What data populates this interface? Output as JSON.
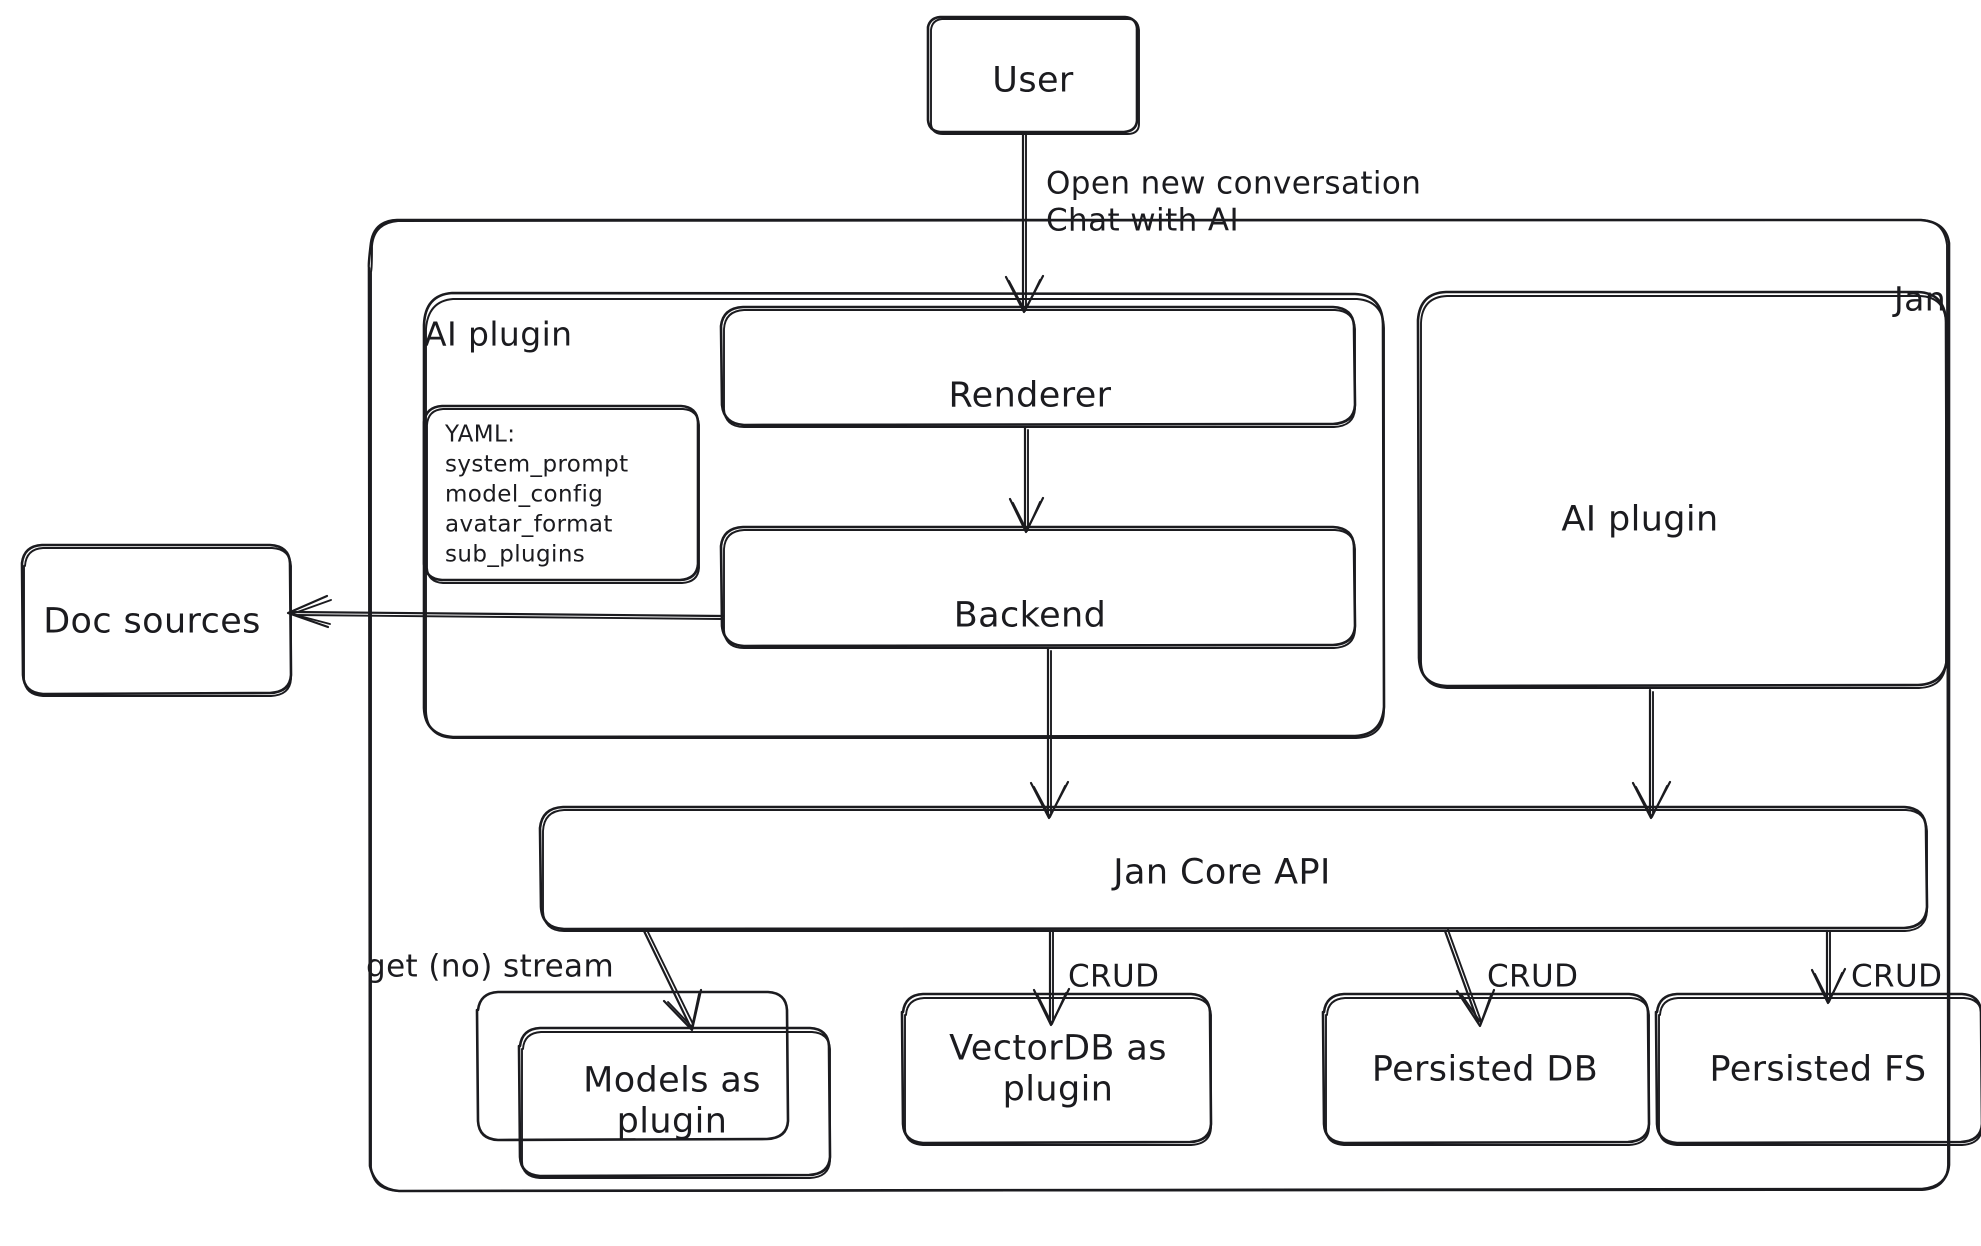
{
  "diagram": {
    "title": "Jan architecture",
    "style": "hand-drawn",
    "stroke_color": "#1b1b1f",
    "background_color": "#ffffff"
  },
  "nodes": {
    "user": "User",
    "jan_container": "Jan",
    "ai_plugin_group": "AI plugin",
    "yaml_box": "YAML:\nsystem_prompt\nmodel_config\navatar_format\nsub_plugins",
    "renderer": "Renderer",
    "backend": "Backend",
    "ai_plugin_box": "AI plugin",
    "doc_sources": "Doc sources",
    "jan_core_api": "Jan Core API",
    "models_plugin": "Models as\nplugin",
    "vectordb_plugin": "VectorDB as\nplugin",
    "persisted_db": "Persisted DB",
    "persisted_fs": "Persisted FS"
  },
  "edges": {
    "user_to_renderer": "Open new conversation\nChat with AI",
    "core_to_models": "get (no) stream",
    "core_to_vectordb": "CRUD",
    "core_to_persisted_db": "CRUD",
    "core_to_persisted_fs": "CRUD"
  }
}
